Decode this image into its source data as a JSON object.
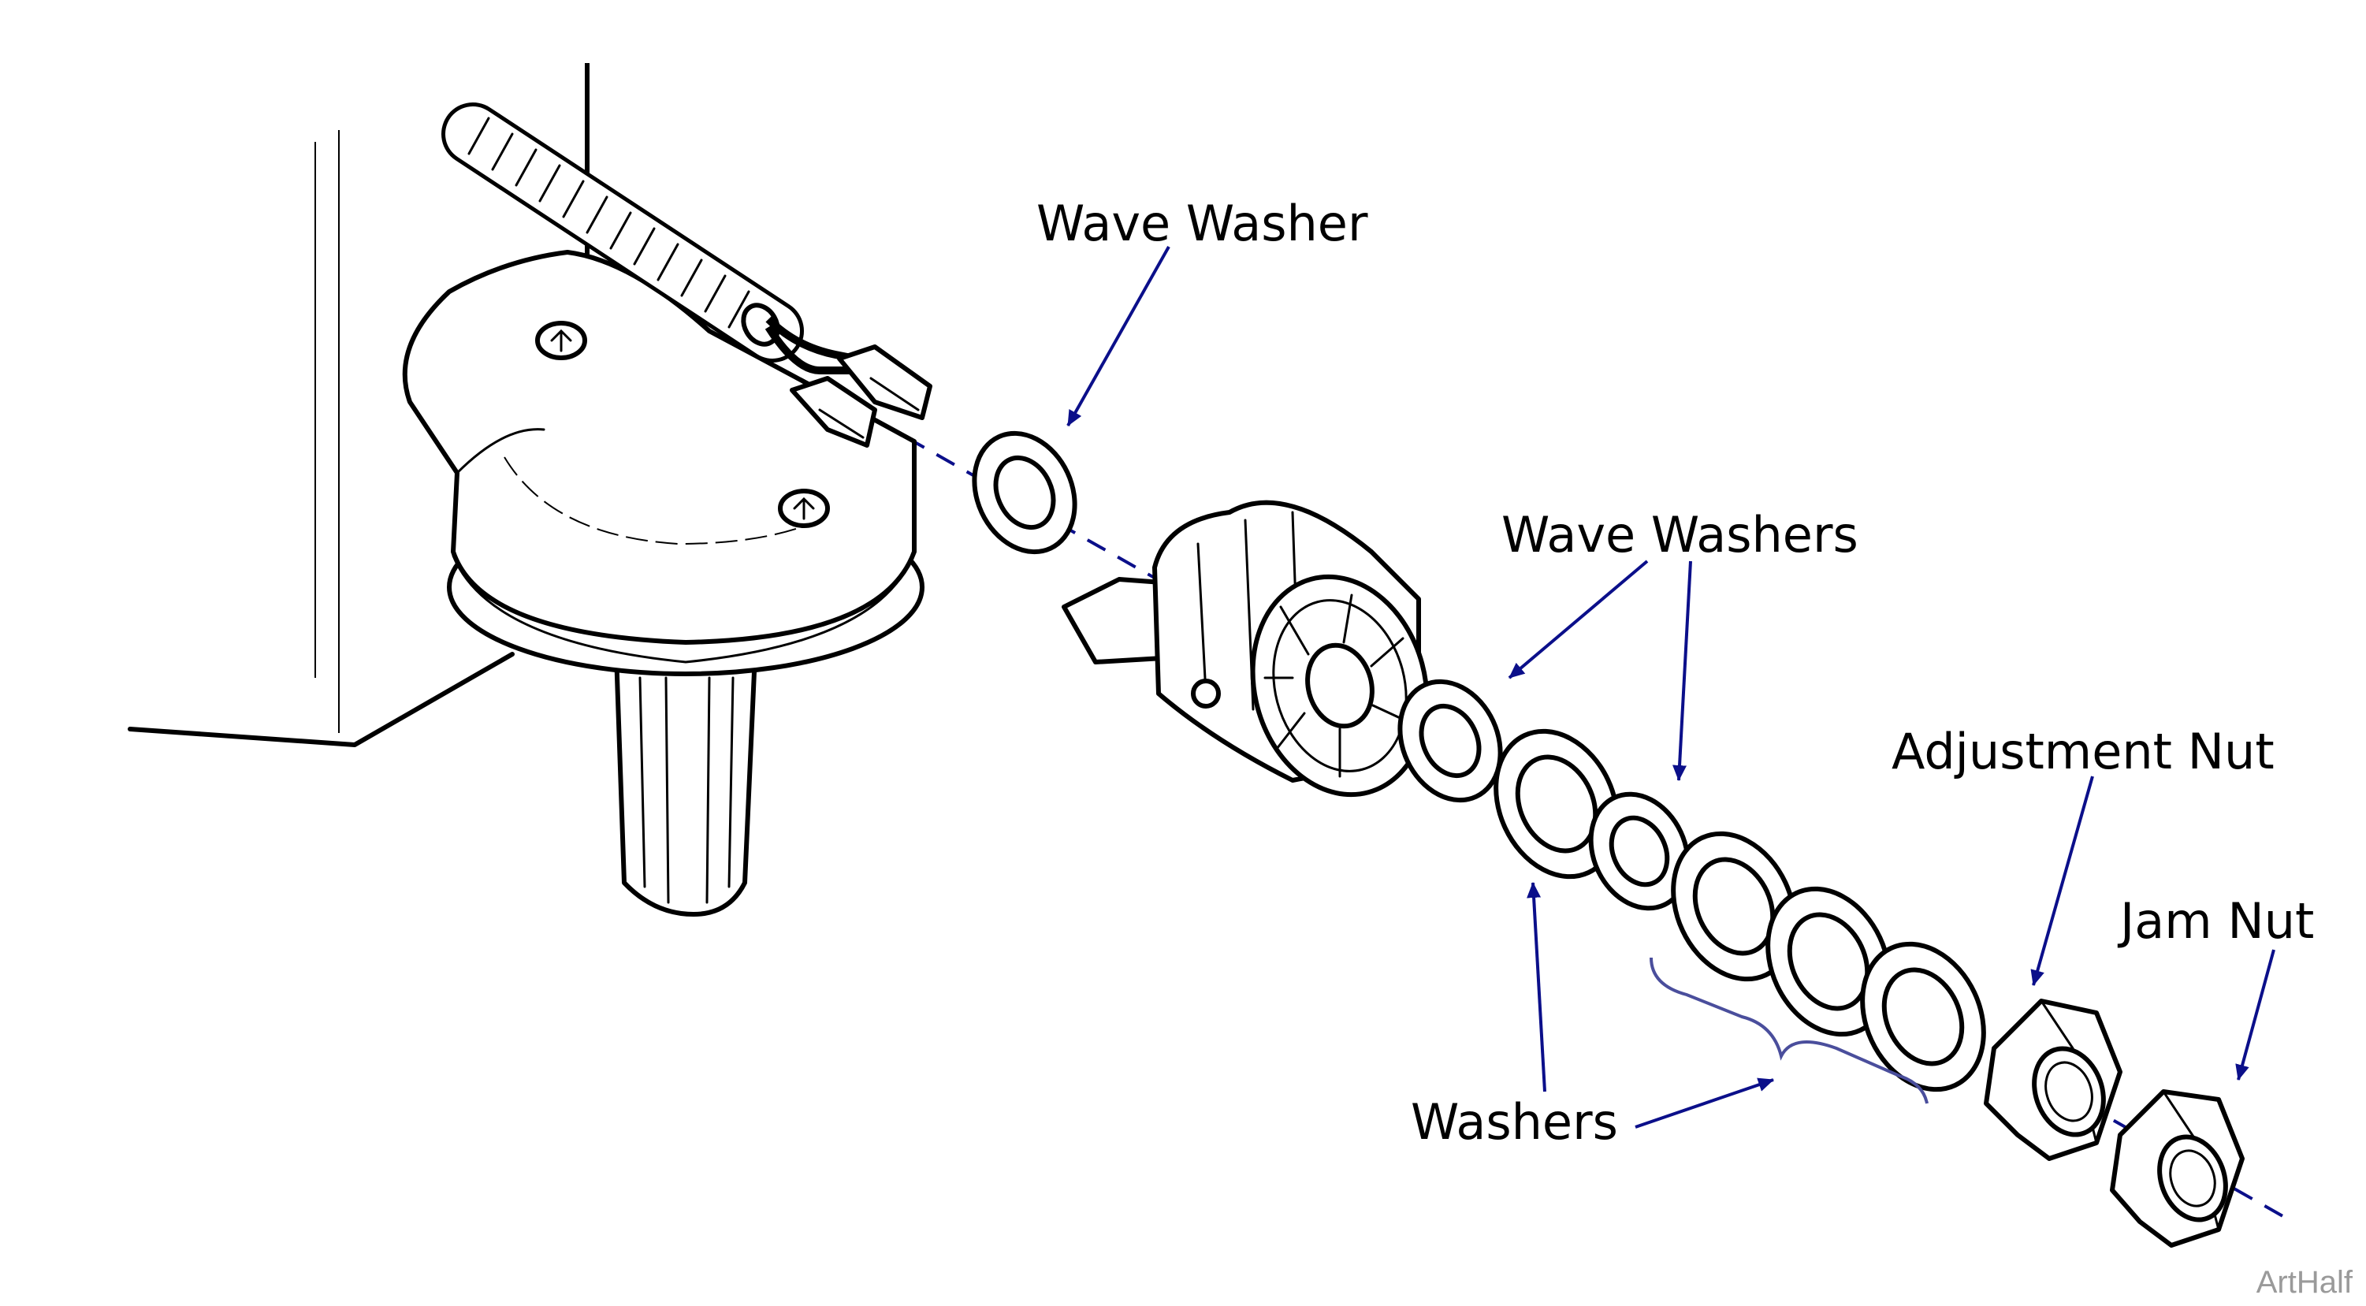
{
  "labels": {
    "wave_washer": "Wave Washer",
    "wave_washers": "Wave Washers",
    "adjustment_nut": "Adjustment Nut",
    "jam_nut": "Jam Nut",
    "washers": "Washers"
  },
  "watermark": "ArtHalf",
  "colors": {
    "leader_line": "#0b0f8a",
    "brace": "#4a4e9c",
    "outline": "#000000",
    "watermark": "#9a9a9a"
  }
}
